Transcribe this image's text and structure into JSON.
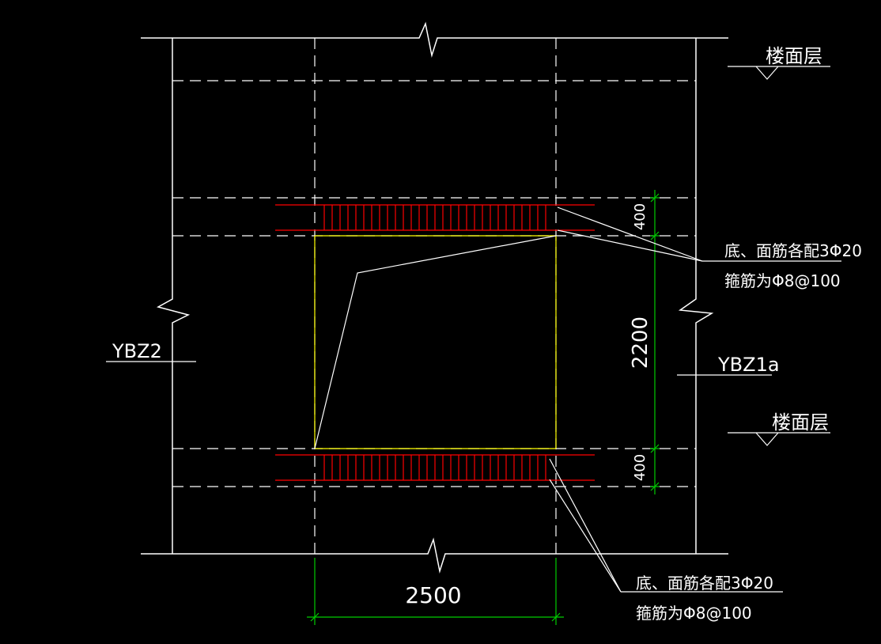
{
  "colors": {
    "background": "#000000",
    "line": "#ffffff",
    "rebar": "#ff0000",
    "opening": "#ffff00",
    "dimension": "#00cc00"
  },
  "labels": {
    "floor_level_top": "楼面层",
    "floor_level_bottom": "楼面层",
    "wall_left": "YBZ2",
    "wall_right": "YBZ1a"
  },
  "dimensions": {
    "width": "2500",
    "height": "2200",
    "beam_top": "400",
    "beam_bottom": "400"
  },
  "notes": {
    "top_beam": {
      "line1": "底、面筋各配3Φ20",
      "line2": "箍筋为Φ8@100"
    },
    "bottom_beam": {
      "line1": "底、面筋各配3Φ20",
      "line2": "箍筋为Φ8@100"
    }
  }
}
